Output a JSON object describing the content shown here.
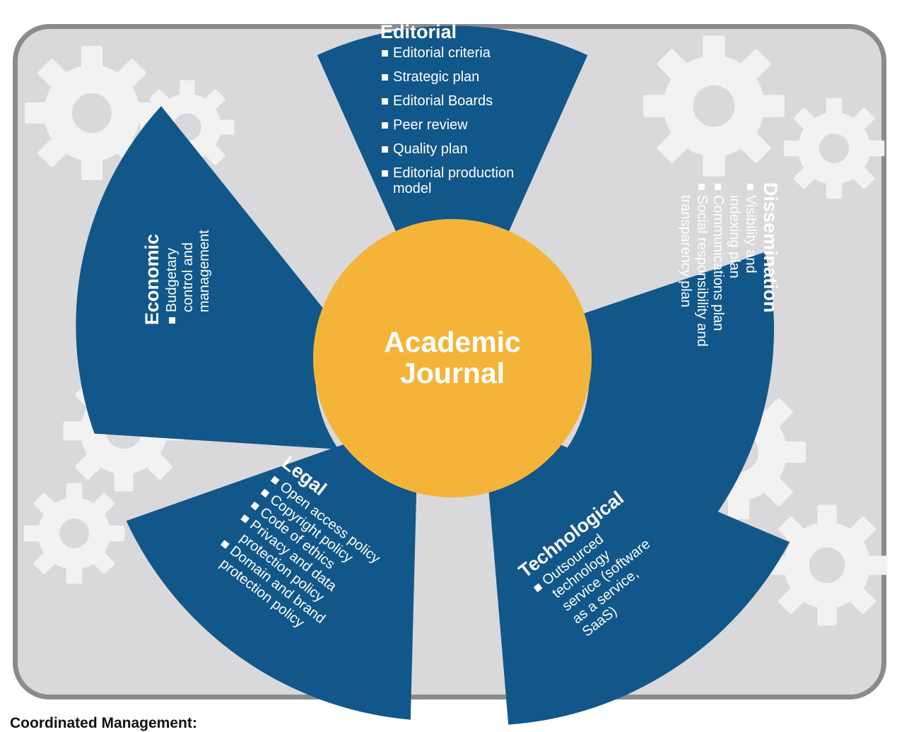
{
  "center": {
    "line1": "Academic",
    "line2": "Journal"
  },
  "petals": {
    "editorial": {
      "title": "Editorial",
      "items": [
        "Editorial criteria",
        "Strategic plan",
        "Editorial Boards",
        "Peer review",
        "Quality plan",
        "Editorial production model"
      ]
    },
    "dissemination": {
      "title": "Dissemination",
      "items": [
        "Visibility and indexing plan",
        "Communications plan",
        "Social responsibility and transparency plan"
      ]
    },
    "technological": {
      "title": "Technological",
      "items": [
        "Outsourced technology service (software as a service, SaaS)"
      ]
    },
    "legal": {
      "title": "Legal",
      "items": [
        "Open access policy",
        "Copyright policy",
        "Code of ethics",
        "Privacy and data protection policy",
        "Domain and brand protection policy"
      ]
    },
    "economic": {
      "title": "Economic",
      "items": [
        "Budgetary control and management"
      ]
    }
  },
  "footer": {
    "label": "Coordinated Management:"
  },
  "colors": {
    "petal": "#12578a",
    "center": "#f4b43a",
    "panel": "#d9d9db",
    "border": "#8b8b8d",
    "gear": "#f2f2f3"
  }
}
